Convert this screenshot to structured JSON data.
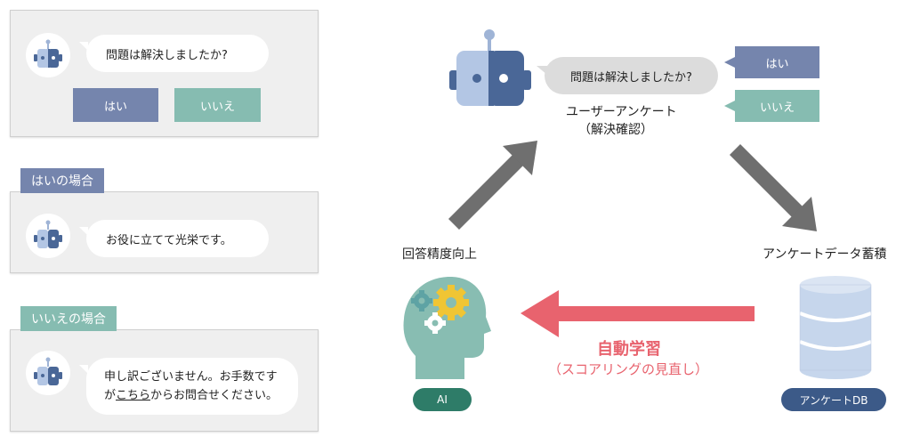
{
  "left": {
    "panel1": {
      "question": "問題は解決しましたか?",
      "yes": "はい",
      "no": "いいえ"
    },
    "case_yes": {
      "tag": "はいの場合",
      "message": "お役に立てて光栄です。"
    },
    "case_no": {
      "tag": "いいえの場合",
      "line1": "申し訳ございません。お手数です",
      "line2_pre": "が",
      "line2_link": "こちら",
      "line2_post": "からお問合せください。"
    }
  },
  "flow": {
    "question": "問題は解決しましたか?",
    "yes": "はい",
    "no": "いいえ",
    "survey_title": "ユーザーアンケート",
    "survey_sub": "（解決確認）",
    "accumulate": "アンケートデータ蓄積",
    "db_label": "アンケートDB",
    "improve": "回答精度向上",
    "ai_label": "AI",
    "learn_title": "自動学習",
    "learn_sub": "（スコアリングの見直し）"
  },
  "colors": {
    "yes_blue": "#7585ad",
    "no_teal": "#86bcb1",
    "robot_light": "#b3c6e4",
    "robot_dark": "#4a6797",
    "arrow_gray": "#6f6f6f",
    "arrow_red": "#e8636e",
    "ai_pill": "#2e7c68",
    "db_pill": "#3c5a88"
  }
}
